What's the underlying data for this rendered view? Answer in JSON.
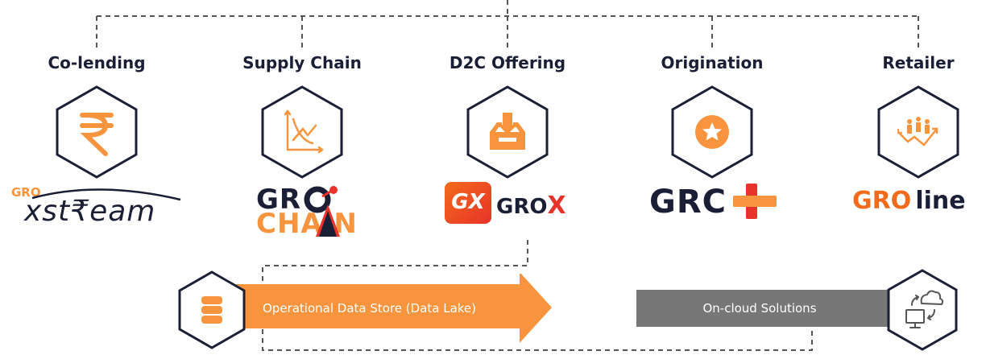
{
  "categories": [
    {
      "title": "Co-lending",
      "icon": "rupee-icon"
    },
    {
      "title": "Supply Chain",
      "icon": "chart-decline-icon"
    },
    {
      "title": "D2C Offering",
      "icon": "download-tray-icon"
    },
    {
      "title": "Origination",
      "icon": "star-badge-icon"
    },
    {
      "title": "Retailer",
      "icon": "people-growth-icon"
    }
  ],
  "logos": {
    "xstream": {
      "prefix": "GRO",
      "main": "xst₹eam"
    },
    "grochain": {
      "line1": "GR",
      "line2": "CHAIN"
    },
    "grox": {
      "badge": "GX",
      "text": "GRO",
      "accent": "X"
    },
    "groplus": {
      "text": "GRC"
    },
    "groline": {
      "gro": "GRO",
      "line": "line"
    }
  },
  "bands": {
    "ods_label": "Operational Data Store (Data Lake)",
    "cloud_label": "On-cloud Solutions",
    "ods_icon": "database-icon",
    "cloud_icon": "cloud-computer-icon"
  },
  "colors": {
    "navy": "#1b1f36",
    "orange": "#f7943d",
    "orange_dark": "#f26a1b",
    "red": "#e8332a",
    "gray_band": "#777777",
    "dash": "#555555"
  }
}
